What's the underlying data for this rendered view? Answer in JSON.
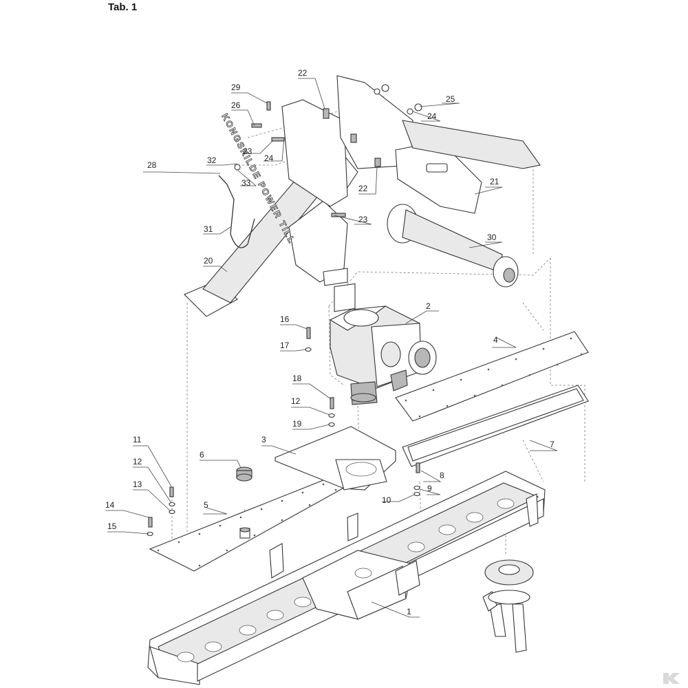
{
  "title": "Tab. 1",
  "brand_text": "KONGSKILDE POWER TILL",
  "logo_icon": "kramp-logo-icon",
  "labels": [
    "1",
    "2",
    "3",
    "4",
    "5",
    "6",
    "7",
    "8",
    "9",
    "10",
    "11",
    "12",
    "12",
    "13",
    "14",
    "15",
    "16",
    "17",
    "18",
    "19",
    "20",
    "21",
    "22",
    "22",
    "23",
    "23",
    "24",
    "24",
    "25",
    "26",
    "28",
    "29",
    "30",
    "31",
    "32",
    "33"
  ]
}
